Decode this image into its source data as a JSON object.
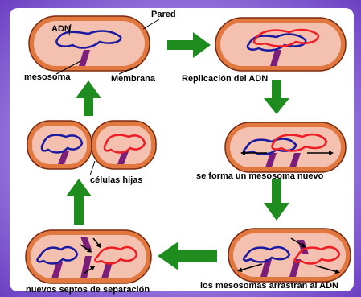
{
  "labels": {
    "adn": "ADN",
    "pared": "Pared",
    "mesosoma": "mesosoma",
    "membrana": "Membrana",
    "replicacion": "Replicación del ADN",
    "nuevo_mesosoma": "se forma un mesosoma nuevo",
    "arrastran": "los mesosomas arrastran al ADN",
    "septos": "nuevos septos de separación",
    "hijas": "células hijas"
  },
  "colors": {
    "background": "#8f6fd6",
    "panel": "#ffffff",
    "cell_wall": "#e07840",
    "cytoplasm": "#f4c0b0",
    "mesosome": "#7a1e7a",
    "dna_original": "#1a1aa0",
    "dna_copy": "#ee1c24",
    "arrow": "#1e8c1e"
  }
}
